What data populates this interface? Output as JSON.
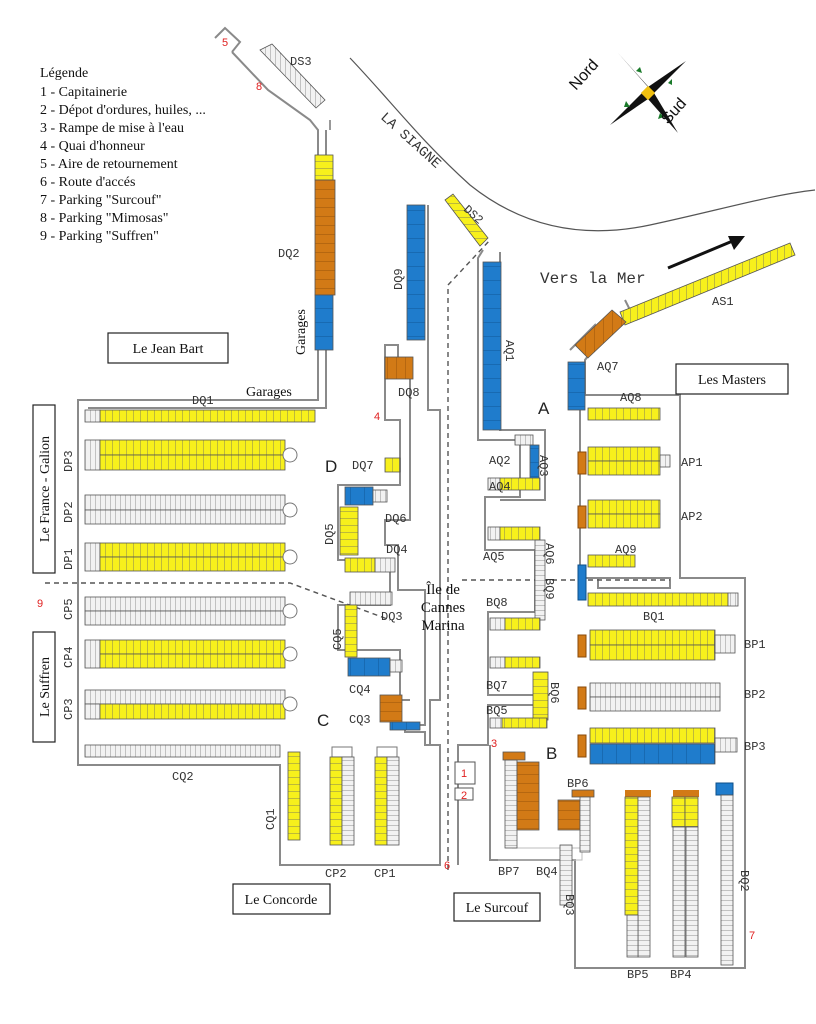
{
  "legend": {
    "title": "Légende",
    "items": [
      "1 - Capitainerie",
      "2 - Dépot d'ordures, huiles, ...",
      "3 - Rampe de mise à l'eau",
      "4 - Quai d'honneur",
      "5 - Aire de retournement",
      "6 - Route d'accés",
      "7 - Parking \"Surcouf\"",
      "8 - Parking \"Mimosas\"",
      "9 - Parking \"Suffren\""
    ]
  },
  "compass": {
    "north": "Nord",
    "south": "Sud"
  },
  "places": {
    "river": "LA SIAGNE",
    "to_sea": "Vers la Mer",
    "jean_bart": "Le Jean Bart",
    "masters": "Les Masters",
    "france_galion": "Le France - Galion",
    "suffren": "Le Suffren",
    "concorde": "Le Concorde",
    "surcouf": "Le Surcouf",
    "island_1": "Île de",
    "island_2": "Cannes",
    "island_3": "Marina",
    "garages_1": "Garages",
    "garages_2": "Garages"
  },
  "sections": {
    "A": "A",
    "B": "B",
    "C": "C",
    "D": "D"
  },
  "markers": {
    "m1": "1",
    "m2": "2",
    "m3": "3",
    "m4": "4",
    "m5": "5",
    "m6": "6",
    "m7": "7",
    "m8": "8",
    "m9": "9"
  },
  "pontoons": {
    "DS3": "DS3",
    "DS2": "DS2",
    "DQ1": "DQ1",
    "DQ2": "DQ2",
    "DQ3": "DQ3",
    "DQ4": "DQ4",
    "DQ5": "DQ5",
    "DQ6": "DQ6",
    "DQ7": "DQ7",
    "DQ8": "DQ8",
    "DQ9": "DQ9",
    "DP1": "DP1",
    "DP2": "DP2",
    "DP3": "DP3",
    "CP1": "CP1",
    "CP2": "CP2",
    "CP3": "CP3",
    "CP4": "CP4",
    "CP5": "CP5",
    "CQ1": "CQ1",
    "CQ2": "CQ2",
    "CQ3": "CQ3",
    "CQ4": "CQ4",
    "CQ5": "CQ5",
    "AQ1": "AQ1",
    "AQ2": "AQ2",
    "AQ3": "AQ3",
    "AQ4": "AQ4",
    "AQ5": "AQ5",
    "AQ6": "AQ6",
    "AQ7": "AQ7",
    "AQ8": "AQ8",
    "AQ9": "AQ9",
    "AP1": "AP1",
    "AP2": "AP2",
    "AS1": "AS1",
    "BQ1": "BQ1",
    "BQ2": "BQ2",
    "BQ3": "BQ3",
    "BQ4": "BQ4",
    "BQ5": "BQ5",
    "BQ6": "BQ6",
    "BQ7": "BQ7",
    "BQ8": "BQ8",
    "BQ9": "BQ9",
    "BP1": "BP1",
    "BP2": "BP2",
    "BP3": "BP3",
    "BP4": "BP4",
    "BP5": "BP5",
    "BP6": "BP6",
    "BP7": "BP7"
  },
  "colors": {
    "yellow": "#f7f01c",
    "orange": "#d27a16",
    "blue": "#1f7ccc",
    "gray": "#e6e6e6",
    "marker": "#e02020"
  }
}
